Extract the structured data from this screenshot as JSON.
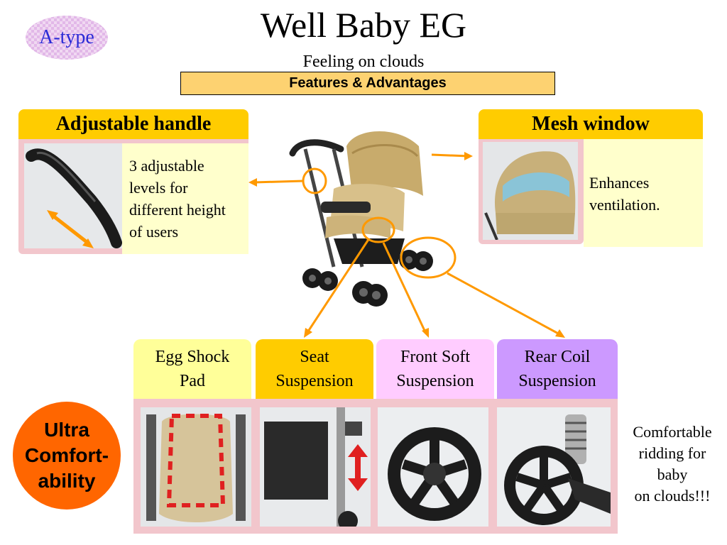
{
  "badge": "A-type",
  "title": "Well Baby EG",
  "subtitle": "Feeling on clouds",
  "banner": "Features & Advantages",
  "handle": {
    "header": "Adjustable handle",
    "text": [
      "3 adjustable",
      "levels for",
      "different height",
      "of users"
    ]
  },
  "mesh": {
    "header": "Mesh window",
    "text": [
      "Enhances",
      "ventilation."
    ]
  },
  "features": [
    {
      "label": [
        "Egg Shock",
        "Pad"
      ],
      "color": "#ffff99"
    },
    {
      "label": [
        "Seat",
        "Suspension"
      ],
      "color": "#ffcc00"
    },
    {
      "label": [
        "Front Soft",
        "Suspension"
      ],
      "color": "#ffccff"
    },
    {
      "label": [
        "Rear Coil",
        "Suspension"
      ],
      "color": "#cc99ff"
    }
  ],
  "ultra": [
    "Ultra",
    "Comfort-",
    "ability"
  ],
  "comfort": [
    "Comfortable",
    "ridding for",
    "baby",
    "on clouds!!!"
  ],
  "colors": {
    "accent": "#ff9900",
    "header": "#ffcc00",
    "panel": "#f2c6cc",
    "banner": "#fdd271"
  }
}
